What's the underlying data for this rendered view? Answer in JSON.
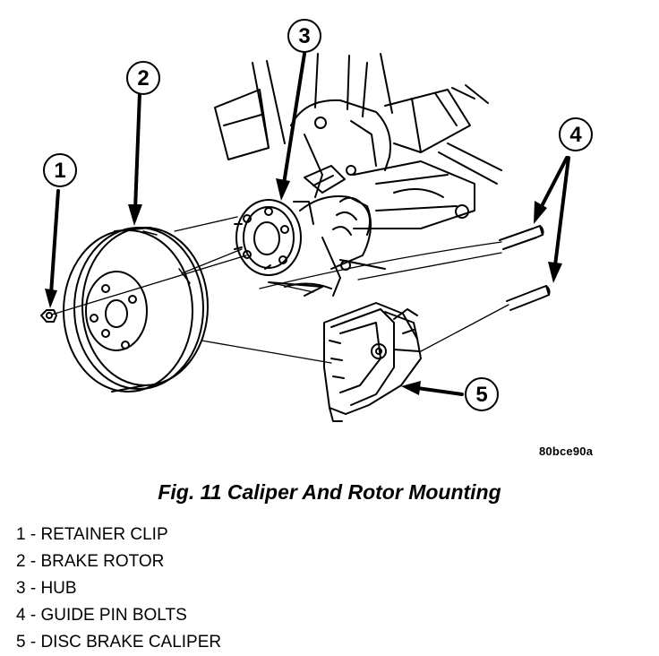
{
  "callouts": [
    "1",
    "2",
    "3",
    "4",
    "5"
  ],
  "figure_code": "80bce90a",
  "figure_title": "Fig. 11 Caliper And Rotor Mounting",
  "legend": [
    "1 - RETAINER CLIP",
    "2 - BRAKE ROTOR",
    "3 - HUB",
    "4 - GUIDE PIN BOLTS",
    "5 - DISC BRAKE CALIPER"
  ]
}
